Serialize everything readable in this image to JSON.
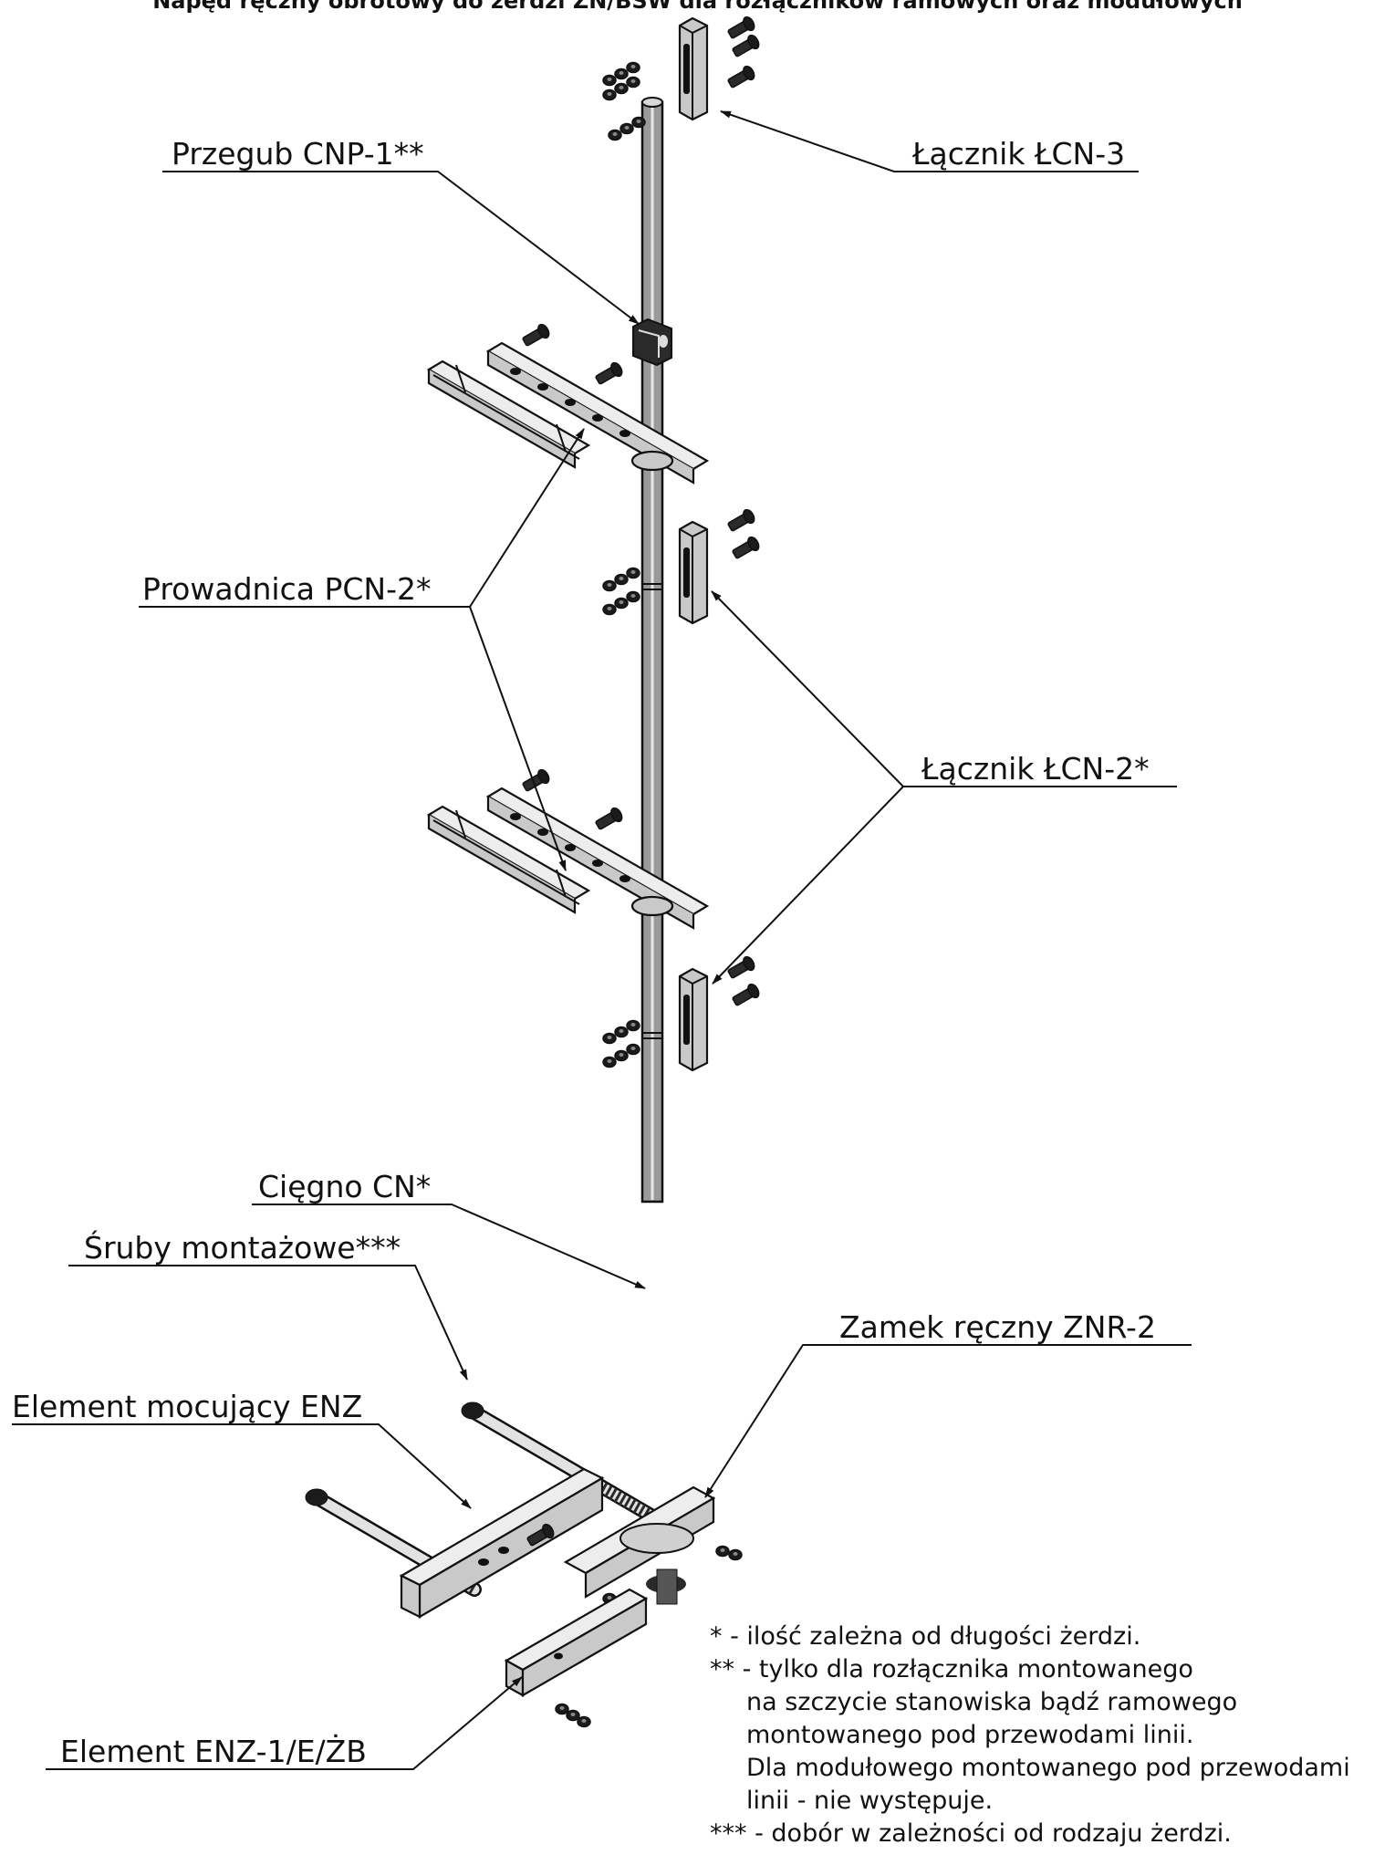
{
  "title": "Napęd ręczny obrotowy do żerdzi ŻN/BSW dla rozłączników ramowych oraz modułowych",
  "labels": {
    "lcn3": "Łącznik ŁCN-3",
    "cnp1": "Przegub CNP-1**",
    "pcn2": "Prowadnica PCN-2*",
    "lcn2": "Łącznik ŁCN-2*",
    "cn": "Cięgno CN*",
    "sruby": "Śruby montażowe***",
    "znr2": "Zamek ręczny ZNR-2",
    "enz": "Element mocujący ENZ",
    "enz1": "Element ENZ-1/E/ŻB"
  },
  "notes": [
    "* - ilość zależna od długości żerdzi.",
    "** - tylko dla rozłącznika montowanego",
    "na szczycie stanowiska bądź ramowego",
    "montowanego pod przewodami linii.",
    "Dla modułowego montowanego pod przewodami",
    "linii - nie występuje.",
    "*** - dobór w zależności od rodzaju żerdzi."
  ]
}
